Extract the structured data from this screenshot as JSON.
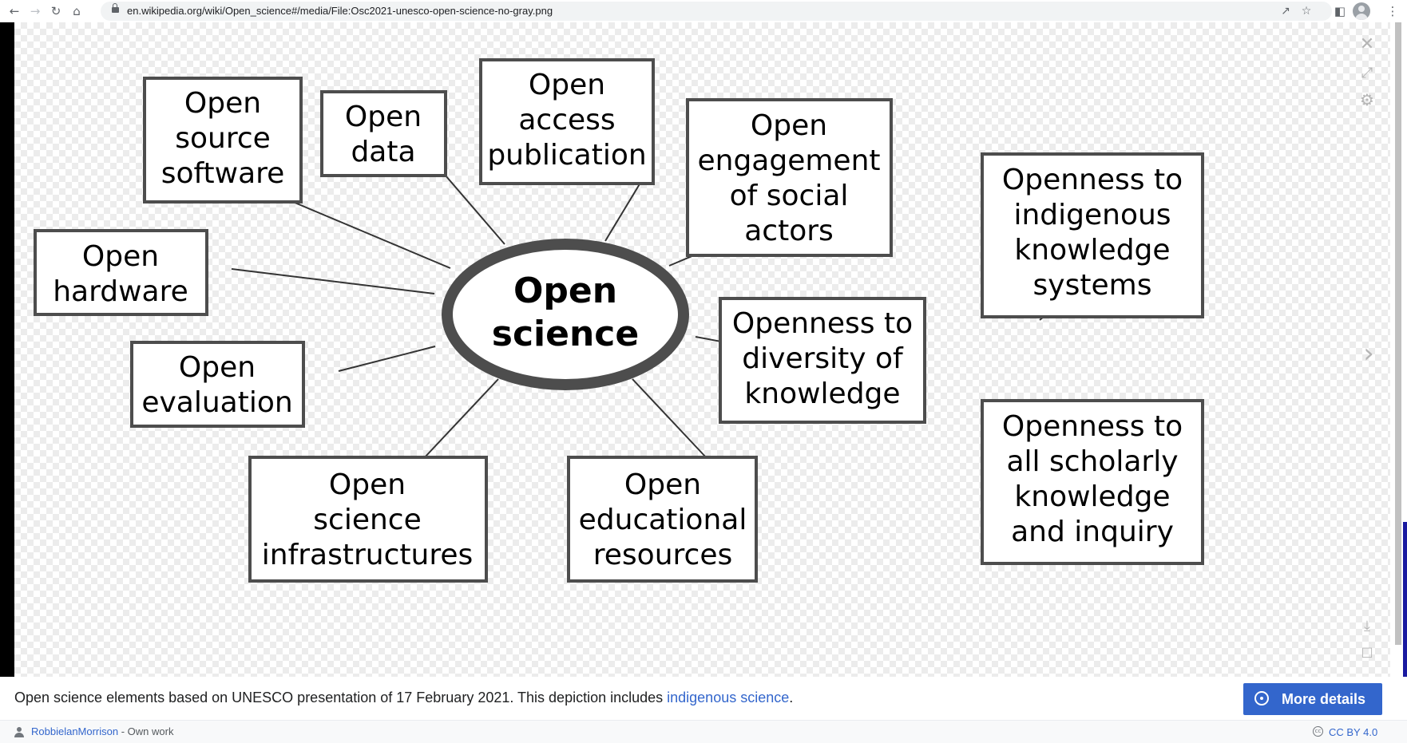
{
  "browser": {
    "url": "en.wikipedia.org/wiki/Open_science#/media/File:Osc2021-unesco-open-science-no-gray.png",
    "icons": [
      "back-icon",
      "forward-icon",
      "reload-icon",
      "home-icon",
      "lock-icon",
      "share-icon",
      "star-icon",
      "sidebar-icon",
      "profile-icon",
      "menu-icon"
    ]
  },
  "diagram": {
    "center": [
      "Open",
      "science"
    ],
    "boxes": {
      "oss": [
        "Open",
        "source",
        "software"
      ],
      "data": [
        "Open",
        "data"
      ],
      "access": [
        "Open",
        "access",
        "publication"
      ],
      "engagement": [
        "Open",
        "engagement",
        "of social",
        "actors"
      ],
      "indigenous": [
        "Openness to",
        "indigenous",
        "knowledge",
        "systems"
      ],
      "hardware": [
        "Open",
        "hardware"
      ],
      "diversity": [
        "Openness to",
        "diversity of",
        "knowledge"
      ],
      "evaluation": [
        "Open",
        "evaluation"
      ],
      "infra": [
        "Open",
        "science",
        "infrastructures"
      ],
      "oer": [
        "Open",
        "educational",
        "resources"
      ],
      "scholarly": [
        "Openness to",
        "all scholarly",
        "knowledge",
        "and inquiry"
      ]
    }
  },
  "caption": {
    "text": "Open science elements based on UNESCO presentation of 17 February 2021. This depiction includes ",
    "link": "indigenous science",
    "end": "."
  },
  "more_details": "More details",
  "author": {
    "name": "RobbielanMorrison",
    "suffix": " - Own work"
  },
  "license": "CC BY 4.0",
  "colors": {
    "accent": "#3366cc",
    "stroke": "#4d4d4d",
    "ellipse": "#4d4d4d"
  }
}
